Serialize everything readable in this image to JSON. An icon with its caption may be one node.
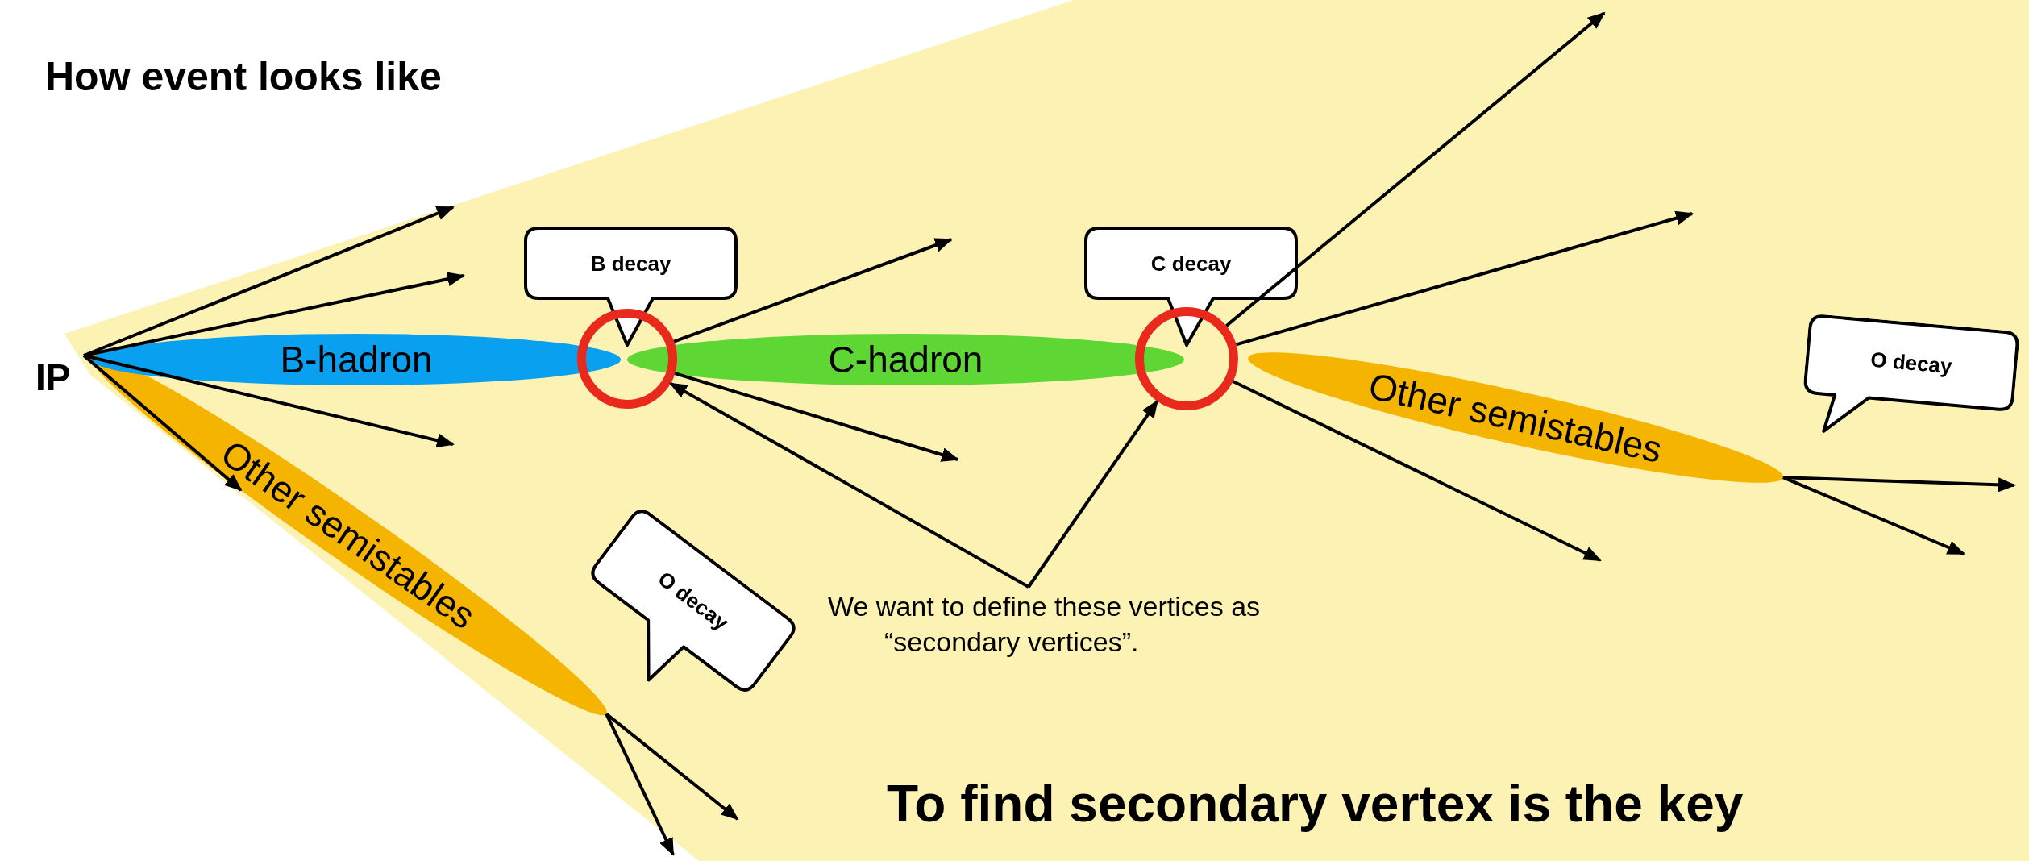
{
  "diagram": {
    "title": "How event looks like",
    "caption": "To find secondary vertex is the key",
    "nodes": [
      {
        "text": [
          "IP"
        ]
      },
      {
        "text": [
          "B-hadron"
        ]
      },
      {
        "text": [
          "C-hadron"
        ]
      },
      {
        "text": [
          "Other semistables"
        ]
      },
      {
        "text": [
          "Other semistables"
        ]
      },
      {
        "text": [
          "B decay"
        ]
      },
      {
        "text": [
          "C decay"
        ]
      },
      {
        "text": [
          "O decay"
        ]
      },
      {
        "text": [
          "O decay"
        ]
      },
      {
        "text": [],
        "shape": "circle"
      },
      {
        "text": [],
        "shape": "circle"
      },
      {
        "text": [
          "We want to define these vertices as “secondary vertices”."
        ]
      }
    ],
    "edges": [
      {
        "from": 0,
        "to": null,
        "arrow": "to"
      },
      {
        "from": 0,
        "to": null,
        "arrow": "to"
      },
      {
        "from": 0,
        "to": null,
        "arrow": "to"
      },
      {
        "from": 0,
        "to": 4,
        "arrow": "to"
      },
      {
        "from": 9,
        "to": null,
        "arrow": "to"
      },
      {
        "from": 9,
        "to": null,
        "arrow": "to"
      },
      {
        "from": 10,
        "to": null,
        "arrow": "to"
      },
      {
        "from": 10,
        "to": null,
        "arrow": "to"
      },
      {
        "from": 10,
        "to": null,
        "arrow": "to"
      },
      {
        "from": 3,
        "to": null,
        "arrow": "to"
      },
      {
        "from": 3,
        "to": null,
        "arrow": "to"
      },
      {
        "from": 4,
        "to": null,
        "arrow": "to"
      },
      {
        "from": 4,
        "to": null,
        "arrow": "to"
      },
      {
        "from": 11,
        "to": 9,
        "arrow": "to"
      },
      {
        "from": 11,
        "to": 10,
        "arrow": "to"
      }
    ]
  }
}
